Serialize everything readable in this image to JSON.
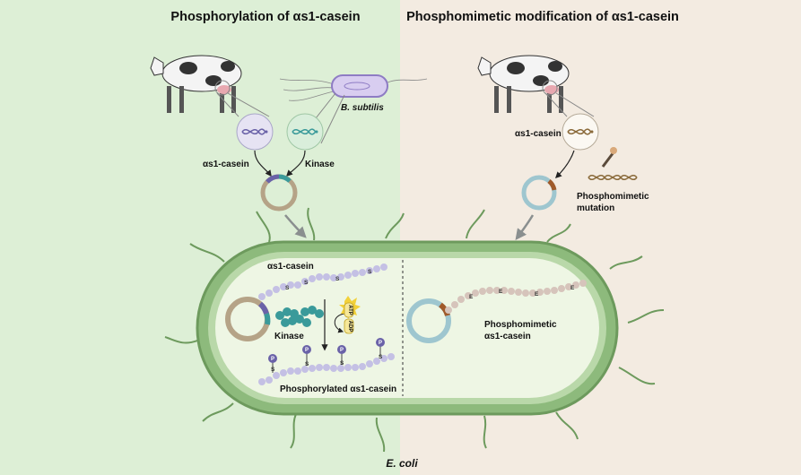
{
  "left_title": "Phosphorylation of αs1-casein",
  "right_title": "Phosphomimetic modification of αs1-casein",
  "labels": {
    "bsubtilis": "B. subtilis",
    "casein_left": "αs1-casein",
    "kinase_top": "Kinase",
    "casein_right": "αs1-casein",
    "mutation_line1": "Phosphomimetic",
    "mutation_line2": "mutation",
    "inside_casein": "αs1-casein",
    "inside_kinase": "Kinase",
    "phosphorylated": "Phosphorylated αs1-casein",
    "phosphomimetic_line1": "Phosphomimetic",
    "phosphomimetic_line2": "αs1-casein",
    "ecoli": "E. coli",
    "atp": "ATP",
    "adp": "ADP",
    "s": "S",
    "p": "P",
    "e": "E"
  },
  "colors": {
    "left_bg": "#ddefd6",
    "right_bg": "#f3ebe1",
    "cell_wall": "#7aa86a",
    "cytoplasm": "#eef6e4",
    "flagella": "#6d9a5d",
    "casein_bead": "#c4c0e4",
    "mimetic_bead": "#d6c4bb",
    "kinase": "#3a9a9a",
    "phospho": "#6a62a8"
  }
}
